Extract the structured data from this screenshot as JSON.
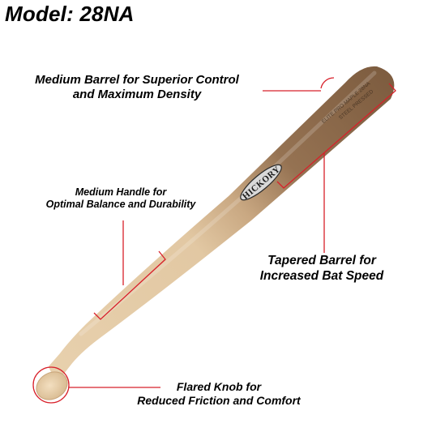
{
  "title": "Model: 28NA",
  "callouts": {
    "barrel_control": {
      "line1": "Medium Barrel for Superior Control",
      "line2": "and Maximum Density"
    },
    "handle": {
      "line1": "Medium Handle for",
      "line2": "Optimal Balance and Durability"
    },
    "tapered": {
      "line1": "Tapered Barrel for",
      "line2": "Increased Bat Speed"
    },
    "knob": {
      "line1": "Flared Knob for",
      "line2": "Reduced Friction and Comfort"
    }
  },
  "bat": {
    "brand_text": "HICKORY",
    "stamp_line1": "ELITE PRO MAPLE 28NA",
    "stamp_line2": "STEEL PRESSED",
    "colors": {
      "barrel": "#8c6a4b",
      "handle": "#e3caa5",
      "knob": "#e6cda8",
      "callout": "#d8202a"
    }
  }
}
